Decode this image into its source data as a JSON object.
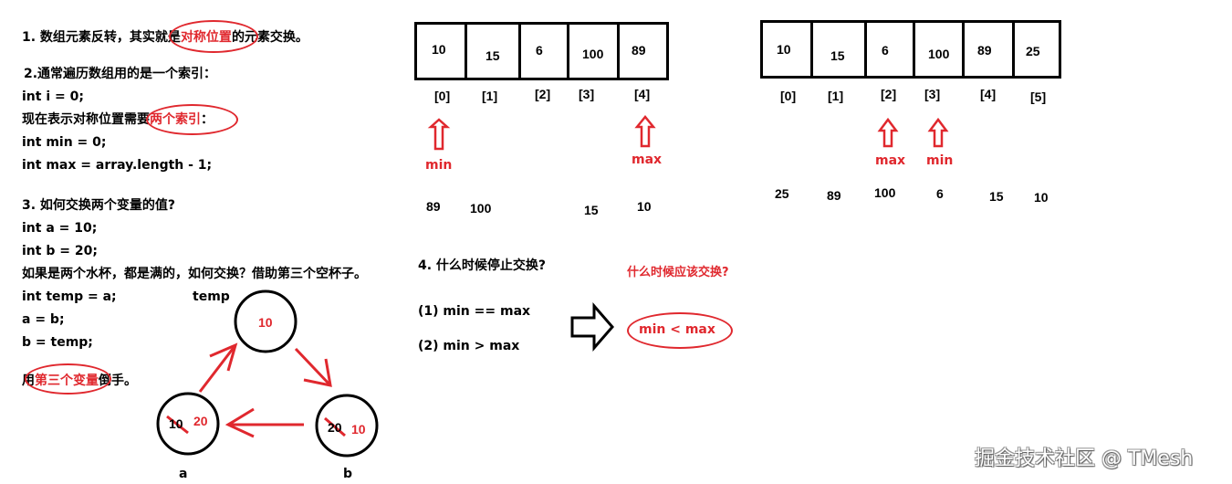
{
  "notes": {
    "section1": {
      "prefix": "1. 数组元素反转，其实就是",
      "highlight": "对称位置",
      "suffix": "的元素交换。"
    },
    "section2": {
      "title": "2.通常遍历数组用的是一个索引：",
      "line1": "int i = 0;",
      "line2_prefix": "现在表示对称位置需要",
      "line2_highlight": "两个索引",
      "line2_suffix": "：",
      "line3": "int min = 0;",
      "line4": "int max = array.length - 1;"
    },
    "section3": {
      "title": "3. 如何交换两个变量的值?",
      "line1": "int a = 10;",
      "line2": "int b = 20;",
      "line3": "如果是两个水杯，都是满的，如何交换？借助第三个空杯子。",
      "line4": "int temp = a;",
      "line5": "a = b;",
      "line6": "b = temp;",
      "line7_prefix": "用",
      "line7_highlight": "第三个变量",
      "line7_suffix": "倒手。"
    },
    "section4": {
      "title": "4. 什么时候停止交换?",
      "cond1": "(1) min == max",
      "cond2": "(2) min > max",
      "question": "什么时候应该交换?",
      "answer": "min < max"
    }
  },
  "swap_diagram": {
    "temp_label": "temp",
    "temp_value": "10",
    "a_label": "a",
    "a_old": "10",
    "a_new": "20",
    "b_label": "b",
    "b_old": "20",
    "b_new": "10"
  },
  "array1": {
    "values": [
      "10",
      "15",
      "6",
      "100",
      "89"
    ],
    "indices": [
      "[0]",
      "[1]",
      "[2]",
      "[3]",
      "[4]"
    ],
    "min_label": "min",
    "max_label": "max",
    "reversed": [
      "89",
      "100",
      "15",
      "10"
    ]
  },
  "array2": {
    "values": [
      "10",
      "15",
      "6",
      "100",
      "89",
      "25"
    ],
    "indices": [
      "[0]",
      "[1]",
      "[2]",
      "[3]",
      "[4]",
      "[5]"
    ],
    "max_label": "max",
    "min_label": "min",
    "reversed": [
      "25",
      "89",
      "100",
      "6",
      "15",
      "10"
    ]
  },
  "watermark": "掘金技术社区 @ TMesh",
  "colors": {
    "accent": "#e0282e",
    "ink": "#000000"
  }
}
